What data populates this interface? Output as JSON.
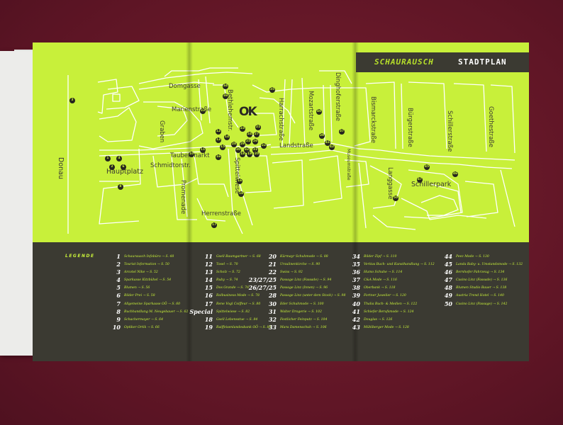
{
  "header": {
    "title_part1": "SCHAURAUSCH",
    "title_part2": "STADTPLAN"
  },
  "map": {
    "logo": "OK",
    "streets": [
      {
        "id": "donau",
        "label": "Donau"
      },
      {
        "id": "hauptplatz",
        "label": "Hauptplatz"
      },
      {
        "id": "domgasse",
        "label": "Domgasse"
      },
      {
        "id": "marienstrasse",
        "label": "Marienstraße"
      },
      {
        "id": "bethlehemstr",
        "label": "Bethlehemstr."
      },
      {
        "id": "graben",
        "label": "Graben"
      },
      {
        "id": "taubenmarkt",
        "label": "Taubenmarkt"
      },
      {
        "id": "schmidtorstr",
        "label": "Schmidtorstr."
      },
      {
        "id": "promenade",
        "label": "Promenade"
      },
      {
        "id": "herrenstrasse",
        "label": "Herrenstraße"
      },
      {
        "id": "spittelwiese",
        "label": "Spittelwiese"
      },
      {
        "id": "harrachstrasse",
        "label": "Harrachstraße"
      },
      {
        "id": "landstrasse",
        "label": "Landstraße"
      },
      {
        "id": "mozartstrasse",
        "label": "Mozartstraße"
      },
      {
        "id": "dinghoferstrasse",
        "label": "Dinghoferstraße"
      },
      {
        "id": "museumstrasse",
        "label": "Museumstraße"
      },
      {
        "id": "bismarckstrasse",
        "label": "Bismarckstraße"
      },
      {
        "id": "buergerstrasse",
        "label": "Bürgerstraße"
      },
      {
        "id": "schillerstrasse",
        "label": "Schillerstraße"
      },
      {
        "id": "goethestrasse",
        "label": "Goethestraße"
      },
      {
        "id": "langgasse",
        "label": "Langgasse"
      },
      {
        "id": "schillerpark",
        "label": "Schillerpark"
      }
    ],
    "markers": [
      "1",
      "2",
      "3",
      "4",
      "5",
      "6",
      "7",
      "8",
      "9",
      "10",
      "11",
      "12",
      "13",
      "14",
      "15",
      "16",
      "17",
      "18",
      "19",
      "20",
      "21",
      "22",
      "23",
      "24",
      "25",
      "26",
      "27",
      "28",
      "29",
      "30",
      "31",
      "32",
      "33",
      "34",
      "35",
      "36",
      "37",
      "38",
      "39",
      "40",
      "41",
      "42",
      "43",
      "44",
      "45",
      "46",
      "47",
      "48",
      "49",
      "50"
    ]
  },
  "legend": {
    "heading": "LEGENDE",
    "columns": [
      [
        {
          "num": "1",
          "entry": "Schaurausch Infobüro → S. 48"
        },
        {
          "num": "2",
          "entry": "Tourist Information → S. 50"
        },
        {
          "num": "3",
          "entry": "Arcotel Nike → S. 52"
        },
        {
          "num": "4",
          "entry": "Sparkasse Kitzbühel → S. 54"
        },
        {
          "num": "5",
          "entry": "Blumen → S. 56"
        },
        {
          "num": "6",
          "entry": "Bilder Prei → S. 58"
        },
        {
          "num": "7",
          "entry": "Allgemeine Sparkasse OÖ → S. 60"
        },
        {
          "num": "8",
          "entry": "Buchhandlung M. Neugebauer → S. 62"
        },
        {
          "num": "9",
          "entry": "Schachermayer → S. 64"
        },
        {
          "num": "10",
          "entry": "Optiker Ortik → S. 66"
        }
      ],
      [
        {
          "num": "11",
          "entry": "Gsell Baumgartner → S. 68"
        },
        {
          "num": "12",
          "entry": "Tosel → S. 70"
        },
        {
          "num": "13",
          "entry": "Scholz → S. 72"
        },
        {
          "num": "14",
          "entry": "Ruby → S. 74"
        },
        {
          "num": "15",
          "entry": "Dos Grande → S. 76"
        },
        {
          "num": "16",
          "entry": "Rolbusiness Mode → S. 78"
        },
        {
          "num": "17",
          "entry": "Rene Vogl Coiffeur → S. 80"
        },
        {
          "num": "Special",
          "entry": "Spittelwiese → S. 82"
        },
        {
          "num": "18",
          "entry": "Gsell Lebensstue → S. 84"
        },
        {
          "num": "19",
          "entry": "Raiffeisenlandesbank OÖ → S. 86"
        }
      ],
      [
        {
          "num": "20",
          "entry": "Kürmayr Schuhmode → S. 88"
        },
        {
          "num": "21",
          "entry": "Ursulinenkirche → S. 90"
        },
        {
          "num": "22",
          "entry": "Swiss → S. 92"
        },
        {
          "num": "23/27/25",
          "entry": "Passage Linz (Fassade) → S. 94"
        },
        {
          "num": "26/27/25",
          "entry": "Passage Linz (Innen) → S. 96"
        },
        {
          "num": "28",
          "entry": "Passage Linz (unter dem Stock) → S. 98"
        },
        {
          "num": "30",
          "entry": "Eder Schuhmode → S. 100"
        },
        {
          "num": "31",
          "entry": "Walter Drogerie → S. 102"
        },
        {
          "num": "32",
          "entry": "Festlicher Feinputz → S. 104"
        },
        {
          "num": "33",
          "entry": "Mara Damenschuh → S. 106"
        }
      ],
      [
        {
          "num": "34",
          "entry": "Bilder Zipf → S. 110"
        },
        {
          "num": "35",
          "entry": "Veritas Buch- und Kunsthandlung → S. 112"
        },
        {
          "num": "36",
          "entry": "Humo Schuhe → S. 114"
        },
        {
          "num": "37",
          "entry": "C&A Mode → S. 116"
        },
        {
          "num": "38",
          "entry": "Oberbank → S. 118"
        },
        {
          "num": "39",
          "entry": "Fortner Juwelier → S. 120"
        },
        {
          "num": "40",
          "entry": "Thalia Buch- & Medien → S. 122"
        },
        {
          "num": "41",
          "entry": "Schiefer Berufsmode → S. 124"
        },
        {
          "num": "42",
          "entry": "Douglas → S. 126"
        },
        {
          "num": "43",
          "entry": "Mühlberger Mode → S. 128"
        }
      ],
      [
        {
          "num": "44",
          "entry": "Peez Mode → S. 130"
        },
        {
          "num": "45",
          "entry": "Landa Baby- u. Umstandsmode → S. 132"
        },
        {
          "num": "46",
          "entry": "Bernhofer Fahrzeug → S. 134"
        },
        {
          "num": "47",
          "entry": "Casino Linz (Fassade) → S. 136"
        },
        {
          "num": "48",
          "entry": "Blumen Studio Bauer → S. 138"
        },
        {
          "num": "49",
          "entry": "Austria Trend Hotel → S. 140"
        },
        {
          "num": "50",
          "entry": "Casino Linz (Passage) → S. 142"
        }
      ]
    ]
  },
  "colors": {
    "accent_green": "#c8f03a",
    "dark": "#3b3a32",
    "background": "#6d1a2a",
    "lines": "#ffffff"
  }
}
